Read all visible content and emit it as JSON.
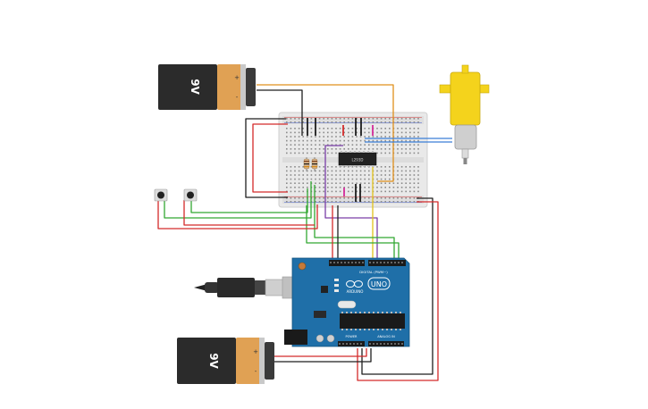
{
  "circuit": {
    "battery_top": {
      "label": "9V",
      "plus": "+",
      "minus": "-"
    },
    "battery_bottom": {
      "label": "9V",
      "plus": "+",
      "minus": "-"
    },
    "driver_chip": {
      "label": "L293D"
    },
    "arduino": {
      "logo_text": "ARDUINO",
      "model": "UNO",
      "digital_header_label": "DIGITAL (PWM~)",
      "power_label": "POWER",
      "analog_label": "ANALOG IN"
    },
    "colors": {
      "wire_red": "#d42a2a",
      "wire_black": "#1e1e1e",
      "wire_green": "#32a832",
      "wire_orange": "#e0901c",
      "wire_blue": "#3a7ed8",
      "wire_purple": "#7a3ea8",
      "wire_yellow": "#e2c21a",
      "arduino_board": "#1f6fa8",
      "battery_body": "#2b2b2b",
      "battery_cap": "#e0a154",
      "motor_yellow": "#f4d31c",
      "breadboard": "#e9e9e9"
    }
  }
}
